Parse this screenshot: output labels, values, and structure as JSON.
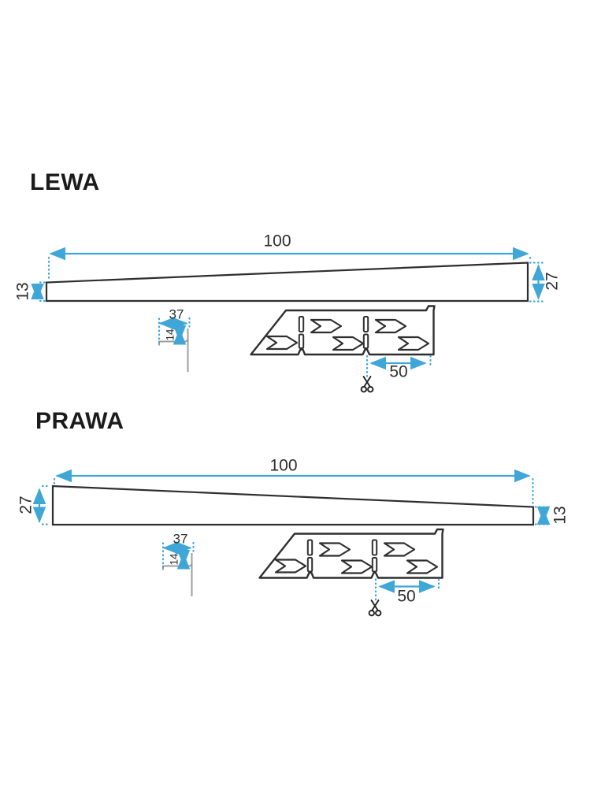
{
  "drawing": {
    "type": "technical-dimension-drawing",
    "background": "#ffffff"
  },
  "colors": {
    "dimension_blue": "#3fa6d8",
    "outline_dark": "#2f2f2f",
    "cross_section_gray": "#9e9e9e"
  },
  "icons": {
    "scissors": "✂"
  },
  "sections": [
    {
      "title": "LEWA",
      "dims": {
        "length": "100",
        "height_left": "13",
        "height_right": "27",
        "flange_width": "37",
        "flange_drop": "14",
        "cut_offset": "50"
      }
    },
    {
      "title": "PRAWA",
      "dims": {
        "length": "100",
        "height_left": "27",
        "height_right": "13",
        "flange_width": "37",
        "flange_drop": "14",
        "cut_offset": "50"
      }
    }
  ]
}
